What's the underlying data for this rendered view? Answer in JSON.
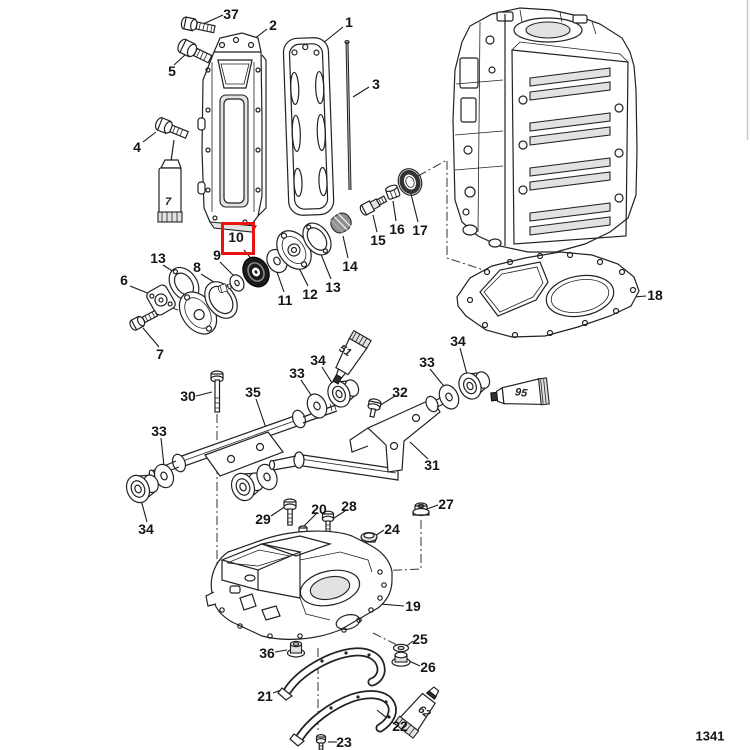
{
  "figure": {
    "type": "exploded-parts-diagram",
    "drawing_number": "1341",
    "highlighted_part": "10",
    "highlight_color": "#e81414",
    "line_color": "#222222",
    "paper_color": "#ffffff"
  },
  "callouts": {
    "n37": "37",
    "n5": "5",
    "n2": "2",
    "n1": "1",
    "n3": "3",
    "n4": "4",
    "n7_tube": "7",
    "n10": "10",
    "n13_left": "13",
    "n9": "9",
    "n8": "8",
    "n6": "6",
    "n11": "11",
    "n12": "12",
    "n13_right": "13",
    "n14": "14",
    "n15": "15",
    "n16": "16",
    "n17": "17",
    "n7_bolt": "7",
    "n18": "18",
    "n30": "30",
    "n35": "35",
    "n33_upper_mid": "33",
    "n34_upper_mid": "34",
    "n51_tube": "51",
    "n32": "32",
    "n33_left": "33",
    "n34_left": "34",
    "n33_right": "33",
    "n34_right": "34",
    "n95_tube": "95",
    "n31": "31",
    "n29": "29",
    "n20": "20",
    "n28": "28",
    "n24": "24",
    "n27": "27",
    "n19": "19",
    "n36": "36",
    "n25": "25",
    "n26": "26",
    "n21": "21",
    "n22": "22",
    "n62_tube": "62",
    "n23": "23"
  }
}
